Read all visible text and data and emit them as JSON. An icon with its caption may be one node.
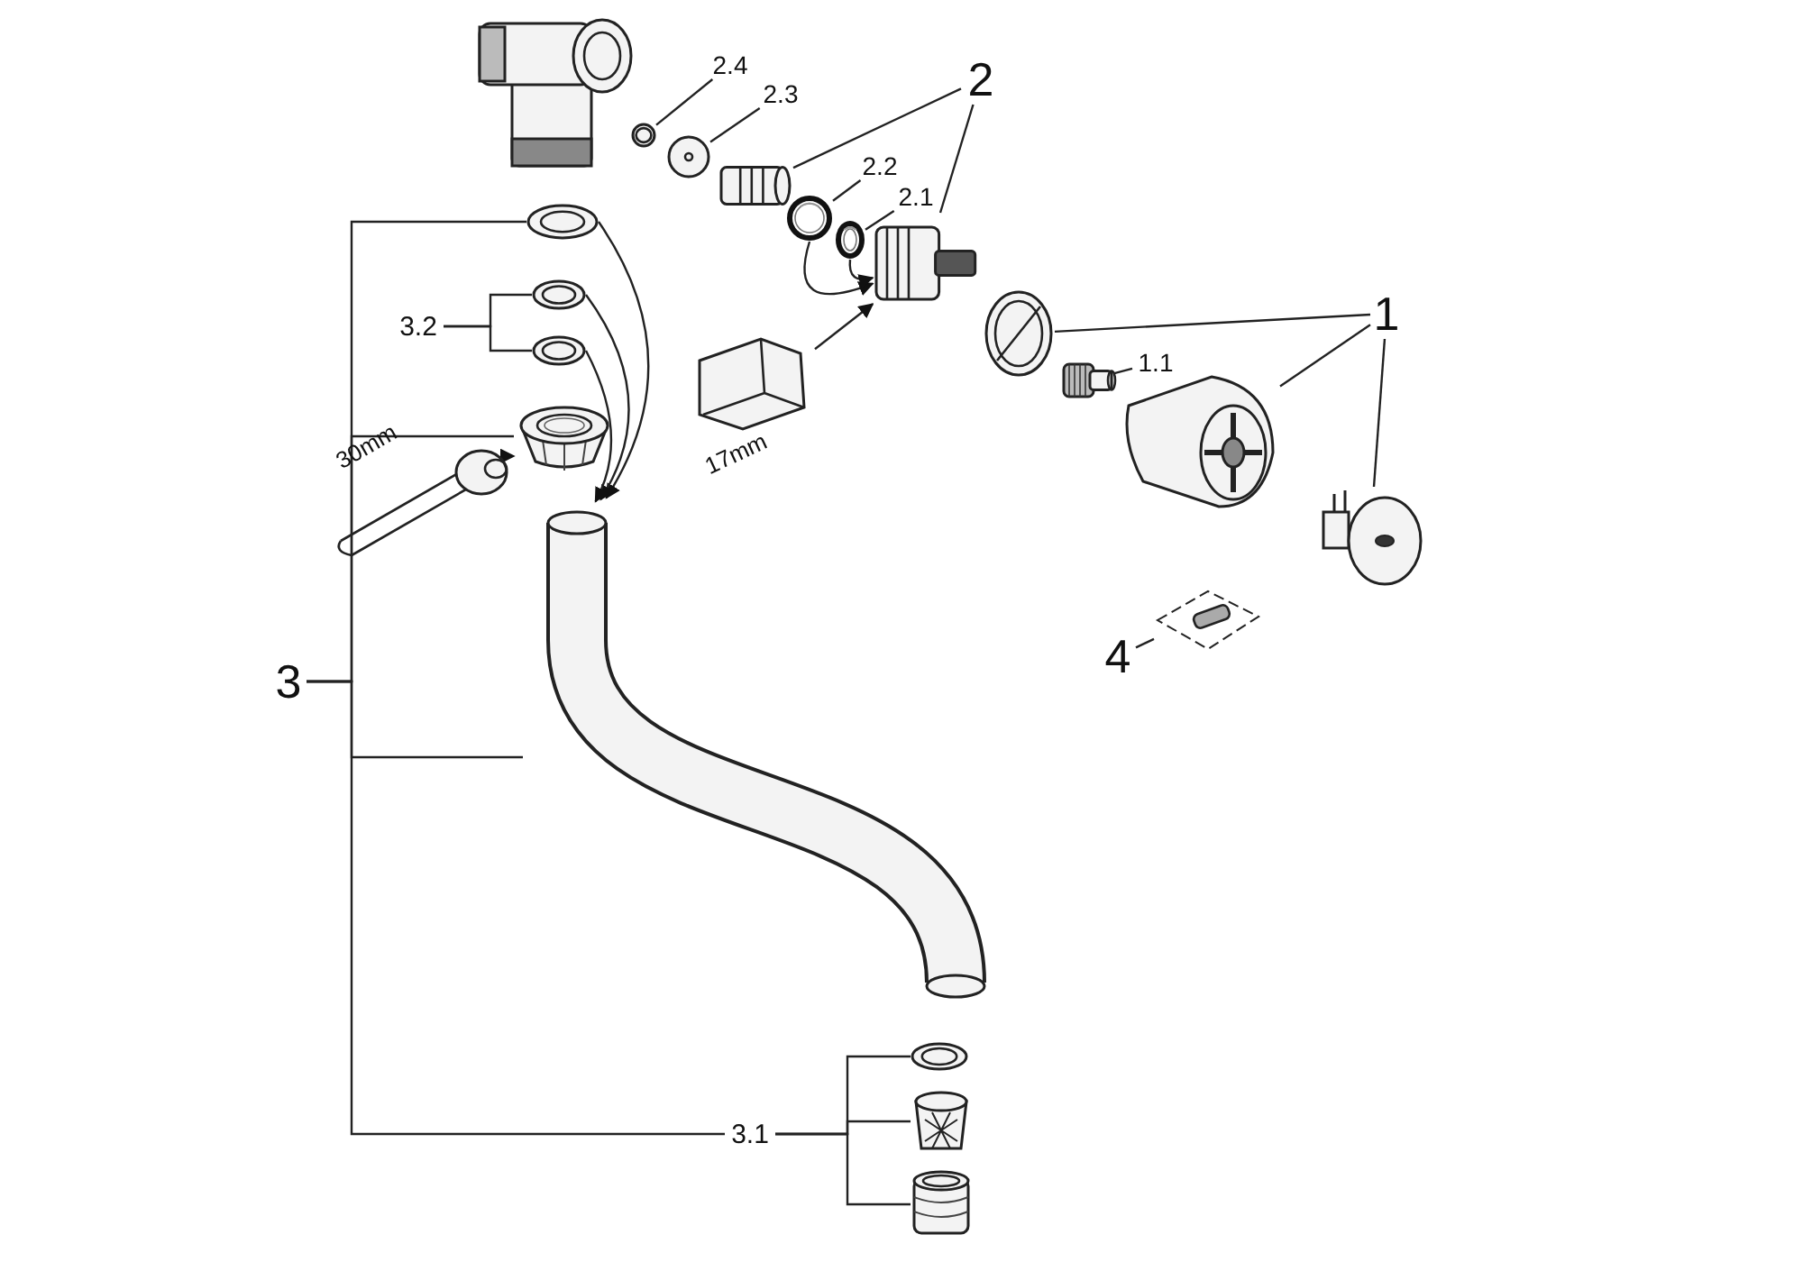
{
  "diagram": {
    "nodes": [
      {
        "text": [],
        "shape": "picture"
      },
      {
        "text": [
          "2.4"
        ]
      },
      {
        "text": [
          "2.3"
        ]
      },
      {
        "text": [
          "2"
        ]
      },
      {
        "text": [],
        "shape": "picture"
      },
      {
        "text": [],
        "shape": "picture"
      },
      {
        "text": [],
        "shape": "picture"
      },
      {
        "text": [
          "2.2"
        ]
      },
      {
        "text": [
          "2.1"
        ]
      },
      {
        "text": [],
        "shape": "picture"
      },
      {
        "text": [],
        "shape": "picture"
      },
      {
        "text": [],
        "shape": "picture"
      },
      {
        "text": [],
        "shape": "picture"
      },
      {
        "text": [
          "3.2"
        ]
      },
      {
        "text": [],
        "shape": "picture"
      },
      {
        "text": [],
        "shape": "picture"
      },
      {
        "text": [],
        "shape": "picture",
        "beside": [
          "17mm"
        ]
      },
      {
        "text": [],
        "shape": "picture"
      },
      {
        "text": [
          "1.1"
        ]
      },
      {
        "text": [],
        "shape": "picture"
      },
      {
        "text": [
          "1"
        ]
      },
      {
        "text": [],
        "shape": "picture"
      },
      {
        "text": [],
        "shape": "picture"
      },
      {
        "text": [],
        "shape": "picture",
        "beside": [
          "30mm"
        ]
      },
      {
        "text": [],
        "shape": "picture"
      },
      {
        "text": [],
        "shape": "picture"
      },
      {
        "text": [
          "3"
        ]
      },
      {
        "text": [],
        "shape": "picture"
      },
      {
        "text": [
          "4"
        ]
      },
      {
        "text": [],
        "shape": "picture"
      },
      {
        "text": [],
        "shape": "picture"
      },
      {
        "text": [
          "3.1"
        ]
      },
      {
        "text": [],
        "shape": "picture"
      }
    ],
    "edges": [
      {
        "from": 1,
        "to": 4,
        "arrow": "none"
      },
      {
        "from": 2,
        "to": 5,
        "arrow": "none"
      },
      {
        "from": 3,
        "to": 6,
        "arrow": "none"
      },
      {
        "from": 3,
        "to": 11,
        "arrow": "none"
      },
      {
        "from": 7,
        "to": 9,
        "arrow": "none"
      },
      {
        "from": 8,
        "to": 10,
        "arrow": "none"
      },
      {
        "from": 20,
        "to": 17,
        "arrow": "none"
      },
      {
        "from": 18,
        "to": 19,
        "arrow": "none"
      },
      {
        "from": 20,
        "to": 21,
        "arrow": "none"
      },
      {
        "from": 20,
        "to": 24,
        "arrow": "none"
      },
      {
        "from": 28,
        "to": 27,
        "arrow": "none"
      },
      {
        "from": 26,
        "to": 12,
        "arrow": "none"
      },
      {
        "from": 13,
        "to": 14,
        "arrow": "none"
      },
      {
        "from": 13,
        "to": 15,
        "arrow": "none"
      },
      {
        "from": 26,
        "to": 22,
        "arrow": "none"
      },
      {
        "from": 26,
        "to": 25,
        "arrow": "none"
      },
      {
        "from": 26,
        "to": 31,
        "arrow": "none"
      },
      {
        "from": 31,
        "to": 29,
        "arrow": "none"
      },
      {
        "from": 31,
        "to": 30,
        "arrow": "none"
      },
      {
        "from": 31,
        "to": 32,
        "arrow": "none"
      },
      {
        "from": 9,
        "to": 11,
        "arrow": "to"
      },
      {
        "from": 10,
        "to": 11,
        "arrow": "to"
      },
      {
        "from": 16,
        "to": 11,
        "arrow": "to"
      },
      {
        "from": 23,
        "to": 22,
        "arrow": "to"
      },
      {
        "from": 12,
        "to": 25,
        "arrow": "to"
      },
      {
        "from": 14,
        "to": 25,
        "arrow": "to"
      },
      {
        "from": 15,
        "to": 25,
        "arrow": "to"
      }
    ]
  }
}
